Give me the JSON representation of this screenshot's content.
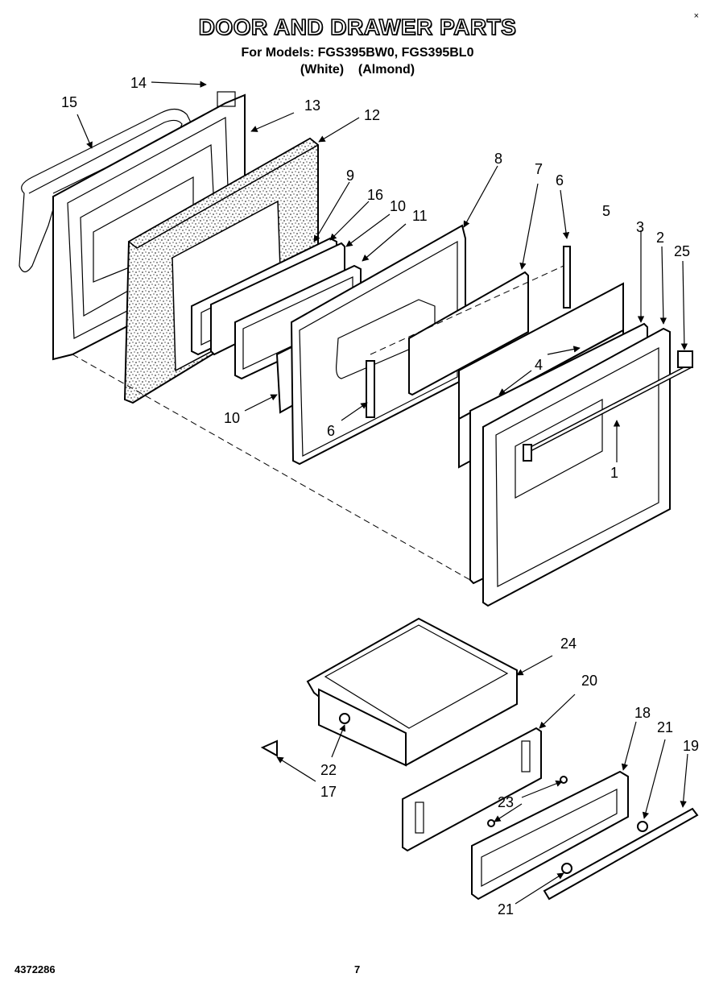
{
  "header": {
    "title": "DOOR AND DRAWER PARTS",
    "models_line": "For Models: FGS395BW0, FGS395BL0",
    "colors_line": "(White)    (Almond)"
  },
  "corner_mark": "×",
  "labels": {
    "l1": "1",
    "l2": "2",
    "l3": "3",
    "l4": "4",
    "l5": "5",
    "l6a": "6",
    "l6b": "6",
    "l7": "7",
    "l8": "8",
    "l9": "9",
    "l10a": "10",
    "l10b": "10",
    "l11": "11",
    "l12": "12",
    "l13": "13",
    "l14": "14",
    "l15": "15",
    "l16": "16",
    "l17": "17",
    "l18": "18",
    "l19": "19",
    "l20": "20",
    "l21a": "21",
    "l21b": "21",
    "l22": "22",
    "l23": "23",
    "l24": "24",
    "l25": "25"
  },
  "footer": {
    "doc_number": "4372286",
    "page_number": "7"
  }
}
